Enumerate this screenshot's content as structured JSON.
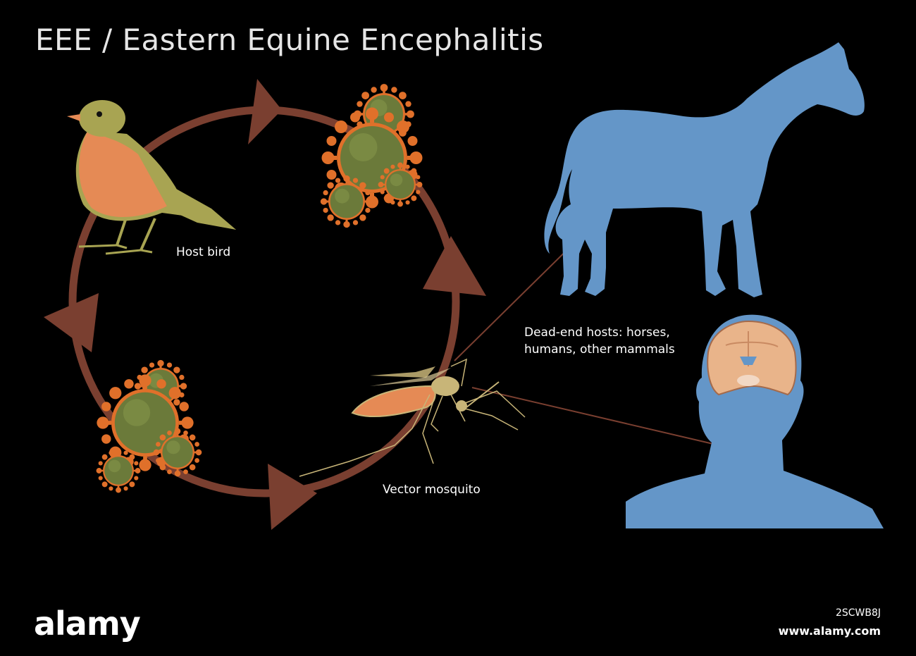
{
  "title": "EEE / Eastern Equine Encephalitis",
  "labels": {
    "host_bird": "Host bird",
    "vector_mosquito": "Vector mosquito",
    "dead_end_line1": "Dead-end hosts: horses,",
    "dead_end_line2": "humans, other mammals"
  },
  "watermark": {
    "brand": "alamy",
    "image_id": "2SCWB8J",
    "url": "www.alamy.com"
  },
  "colors": {
    "background": "#000000",
    "cycle_arrow": "#7a3f30",
    "virus_core": "#6b7a3a",
    "virus_spike": "#e0702a",
    "bird_body": "#a8a452",
    "bird_breast": "#e58a55",
    "mammal_blue": "#6496c8",
    "mosquito": "#c8b578",
    "brain": "#e9b48a"
  },
  "icons": [
    "bird-icon",
    "virus-icon",
    "mosquito-icon",
    "horse-icon",
    "human-head-icon",
    "brain-icon"
  ]
}
